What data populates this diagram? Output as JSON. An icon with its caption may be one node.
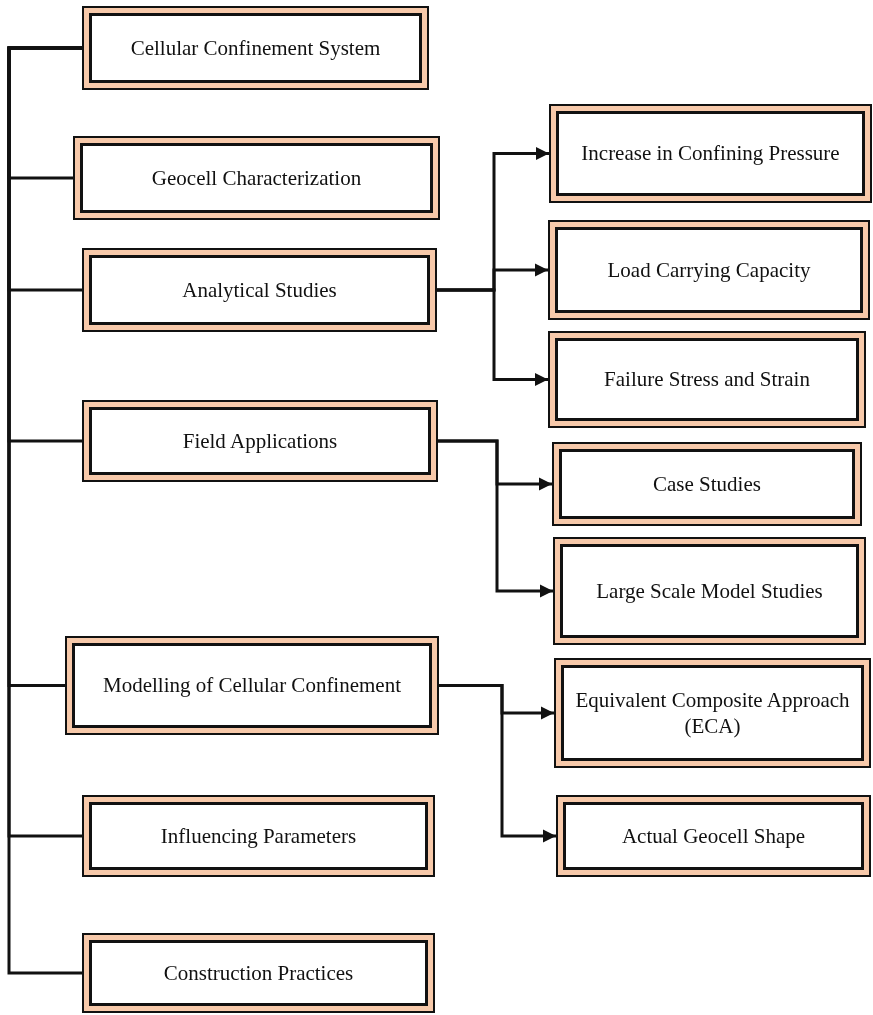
{
  "diagram": {
    "nodes": [
      {
        "text": [
          "Cellular Confinement System"
        ]
      },
      {
        "text": [
          "Geocell Characterization"
        ]
      },
      {
        "text": [
          "Analytical Studies"
        ]
      },
      {
        "text": [
          "Increase in Confining Pressure"
        ]
      },
      {
        "text": [
          "Load Carrying Capacity"
        ]
      },
      {
        "text": [
          "Failure Stress and Strain"
        ]
      },
      {
        "text": [
          "Field Applications"
        ]
      },
      {
        "text": [
          "Case Studies"
        ]
      },
      {
        "text": [
          "Large Scale Model Studies"
        ]
      },
      {
        "text": [
          "Modelling of Cellular Confinement"
        ]
      },
      {
        "text": [
          "Equivalent Composite Approach (ECA)"
        ]
      },
      {
        "text": [
          "Influencing Parameters"
        ]
      },
      {
        "text": [
          "Actual Geocell Shape"
        ]
      },
      {
        "text": [
          "Construction Practices"
        ]
      }
    ],
    "edges": [
      {
        "from": 0,
        "to": 1,
        "arrow": "none"
      },
      {
        "from": 0,
        "to": 2,
        "arrow": "none"
      },
      {
        "from": 0,
        "to": 6,
        "arrow": "none"
      },
      {
        "from": 0,
        "to": 9,
        "arrow": "none"
      },
      {
        "from": 0,
        "to": 11,
        "arrow": "none"
      },
      {
        "from": 0,
        "to": 13,
        "arrow": "none"
      },
      {
        "from": 2,
        "to": 3,
        "arrow": "to"
      },
      {
        "from": 2,
        "to": 4,
        "arrow": "to"
      },
      {
        "from": 2,
        "to": 5,
        "arrow": "to"
      },
      {
        "from": 6,
        "to": 7,
        "arrow": "to"
      },
      {
        "from": 6,
        "to": 8,
        "arrow": "to"
      },
      {
        "from": 9,
        "to": 10,
        "arrow": "to"
      },
      {
        "from": 9,
        "to": 12,
        "arrow": "to"
      }
    ]
  }
}
